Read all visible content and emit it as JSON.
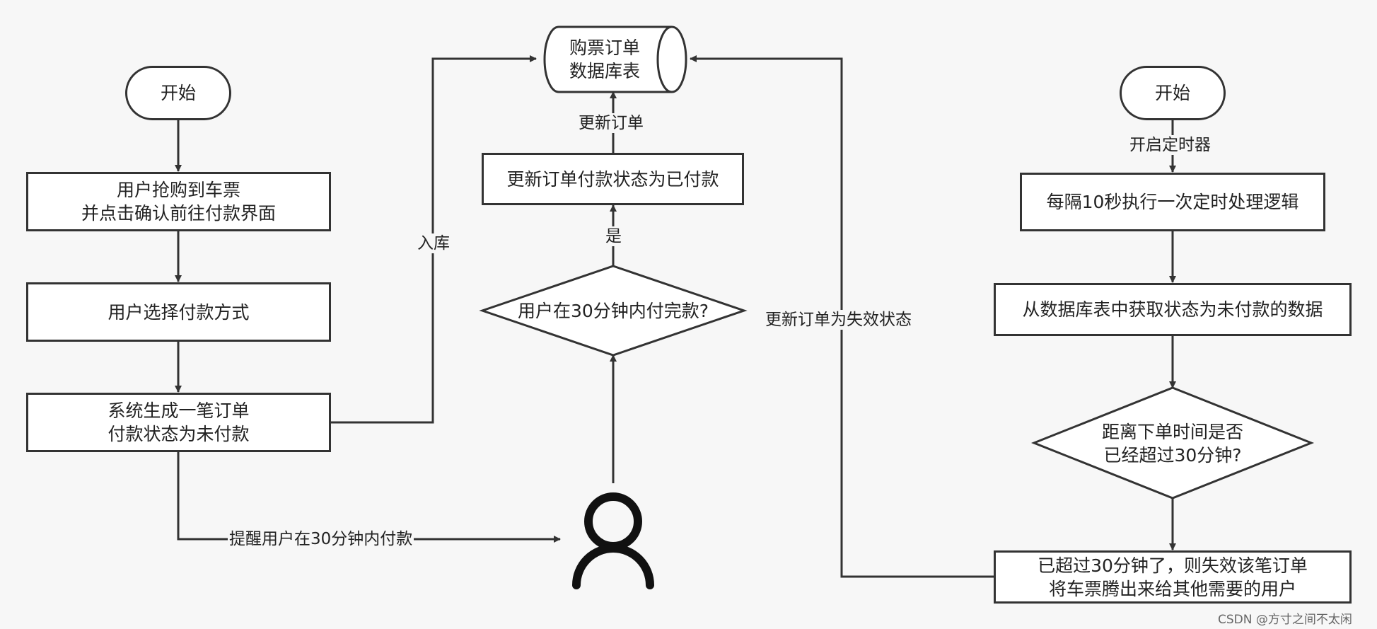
{
  "nodes": {
    "start_left": "开始",
    "grab_ticket": "用户抢购到车票\n并点击确认前往付款界面",
    "choose_payment": "用户选择付款方式",
    "gen_order": "系统生成一笔订单\n付款状态为未付款",
    "db_table": "购票订单\n数据库表",
    "update_paid": "更新订单付款状态为已付款",
    "paid_decision": "用户在30分钟内付完款?",
    "start_right": "开始",
    "timer_logic": "每隔10秒执行一次定时处理逻辑",
    "fetch_unpaid": "从数据库表中获取状态为未付款的数据",
    "time_decision": "距离下单时间是否\n已经超过30分钟?",
    "expire_order": "已超过30分钟了，则失效该笔订单\n将车票腾出来给其他需要的用户"
  },
  "edges": {
    "store": "入库",
    "update_order": "更新订单",
    "yes": "是",
    "remind": "提醒用户在30分钟内付款",
    "mark_invalid": "更新订单为失效状态",
    "start_timer": "开启定时器"
  },
  "icons": {
    "user": "user-icon"
  },
  "watermark": "CSDN @方寸之间不太闲",
  "colors": {
    "stroke": "#333333",
    "fill": "#ffffff",
    "background": "#f7f7f7"
  }
}
